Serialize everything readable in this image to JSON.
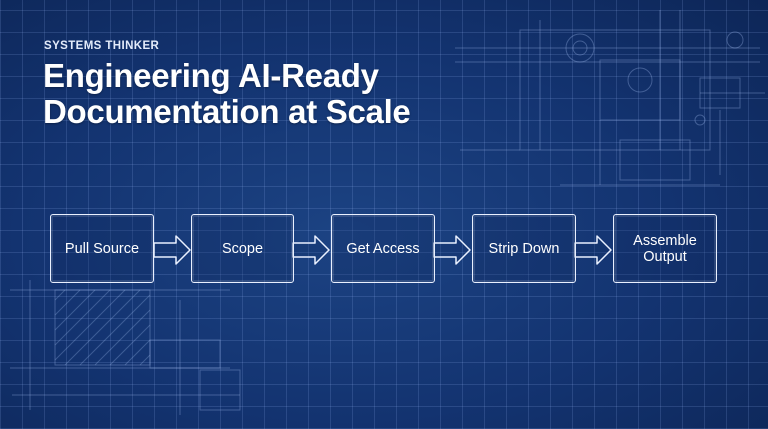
{
  "header": {
    "eyebrow": "SYSTEMS THINKER",
    "title": "Engineering AI-Ready Documentation at Scale"
  },
  "flow": {
    "steps": [
      {
        "label": "Pull Source"
      },
      {
        "label": "Scope"
      },
      {
        "label": "Get Access"
      },
      {
        "label": "Strip Down"
      },
      {
        "label": "Assemble Output"
      }
    ]
  },
  "colors": {
    "background": "#133370",
    "line": "#e9f0ff",
    "text": "#ffffff"
  }
}
